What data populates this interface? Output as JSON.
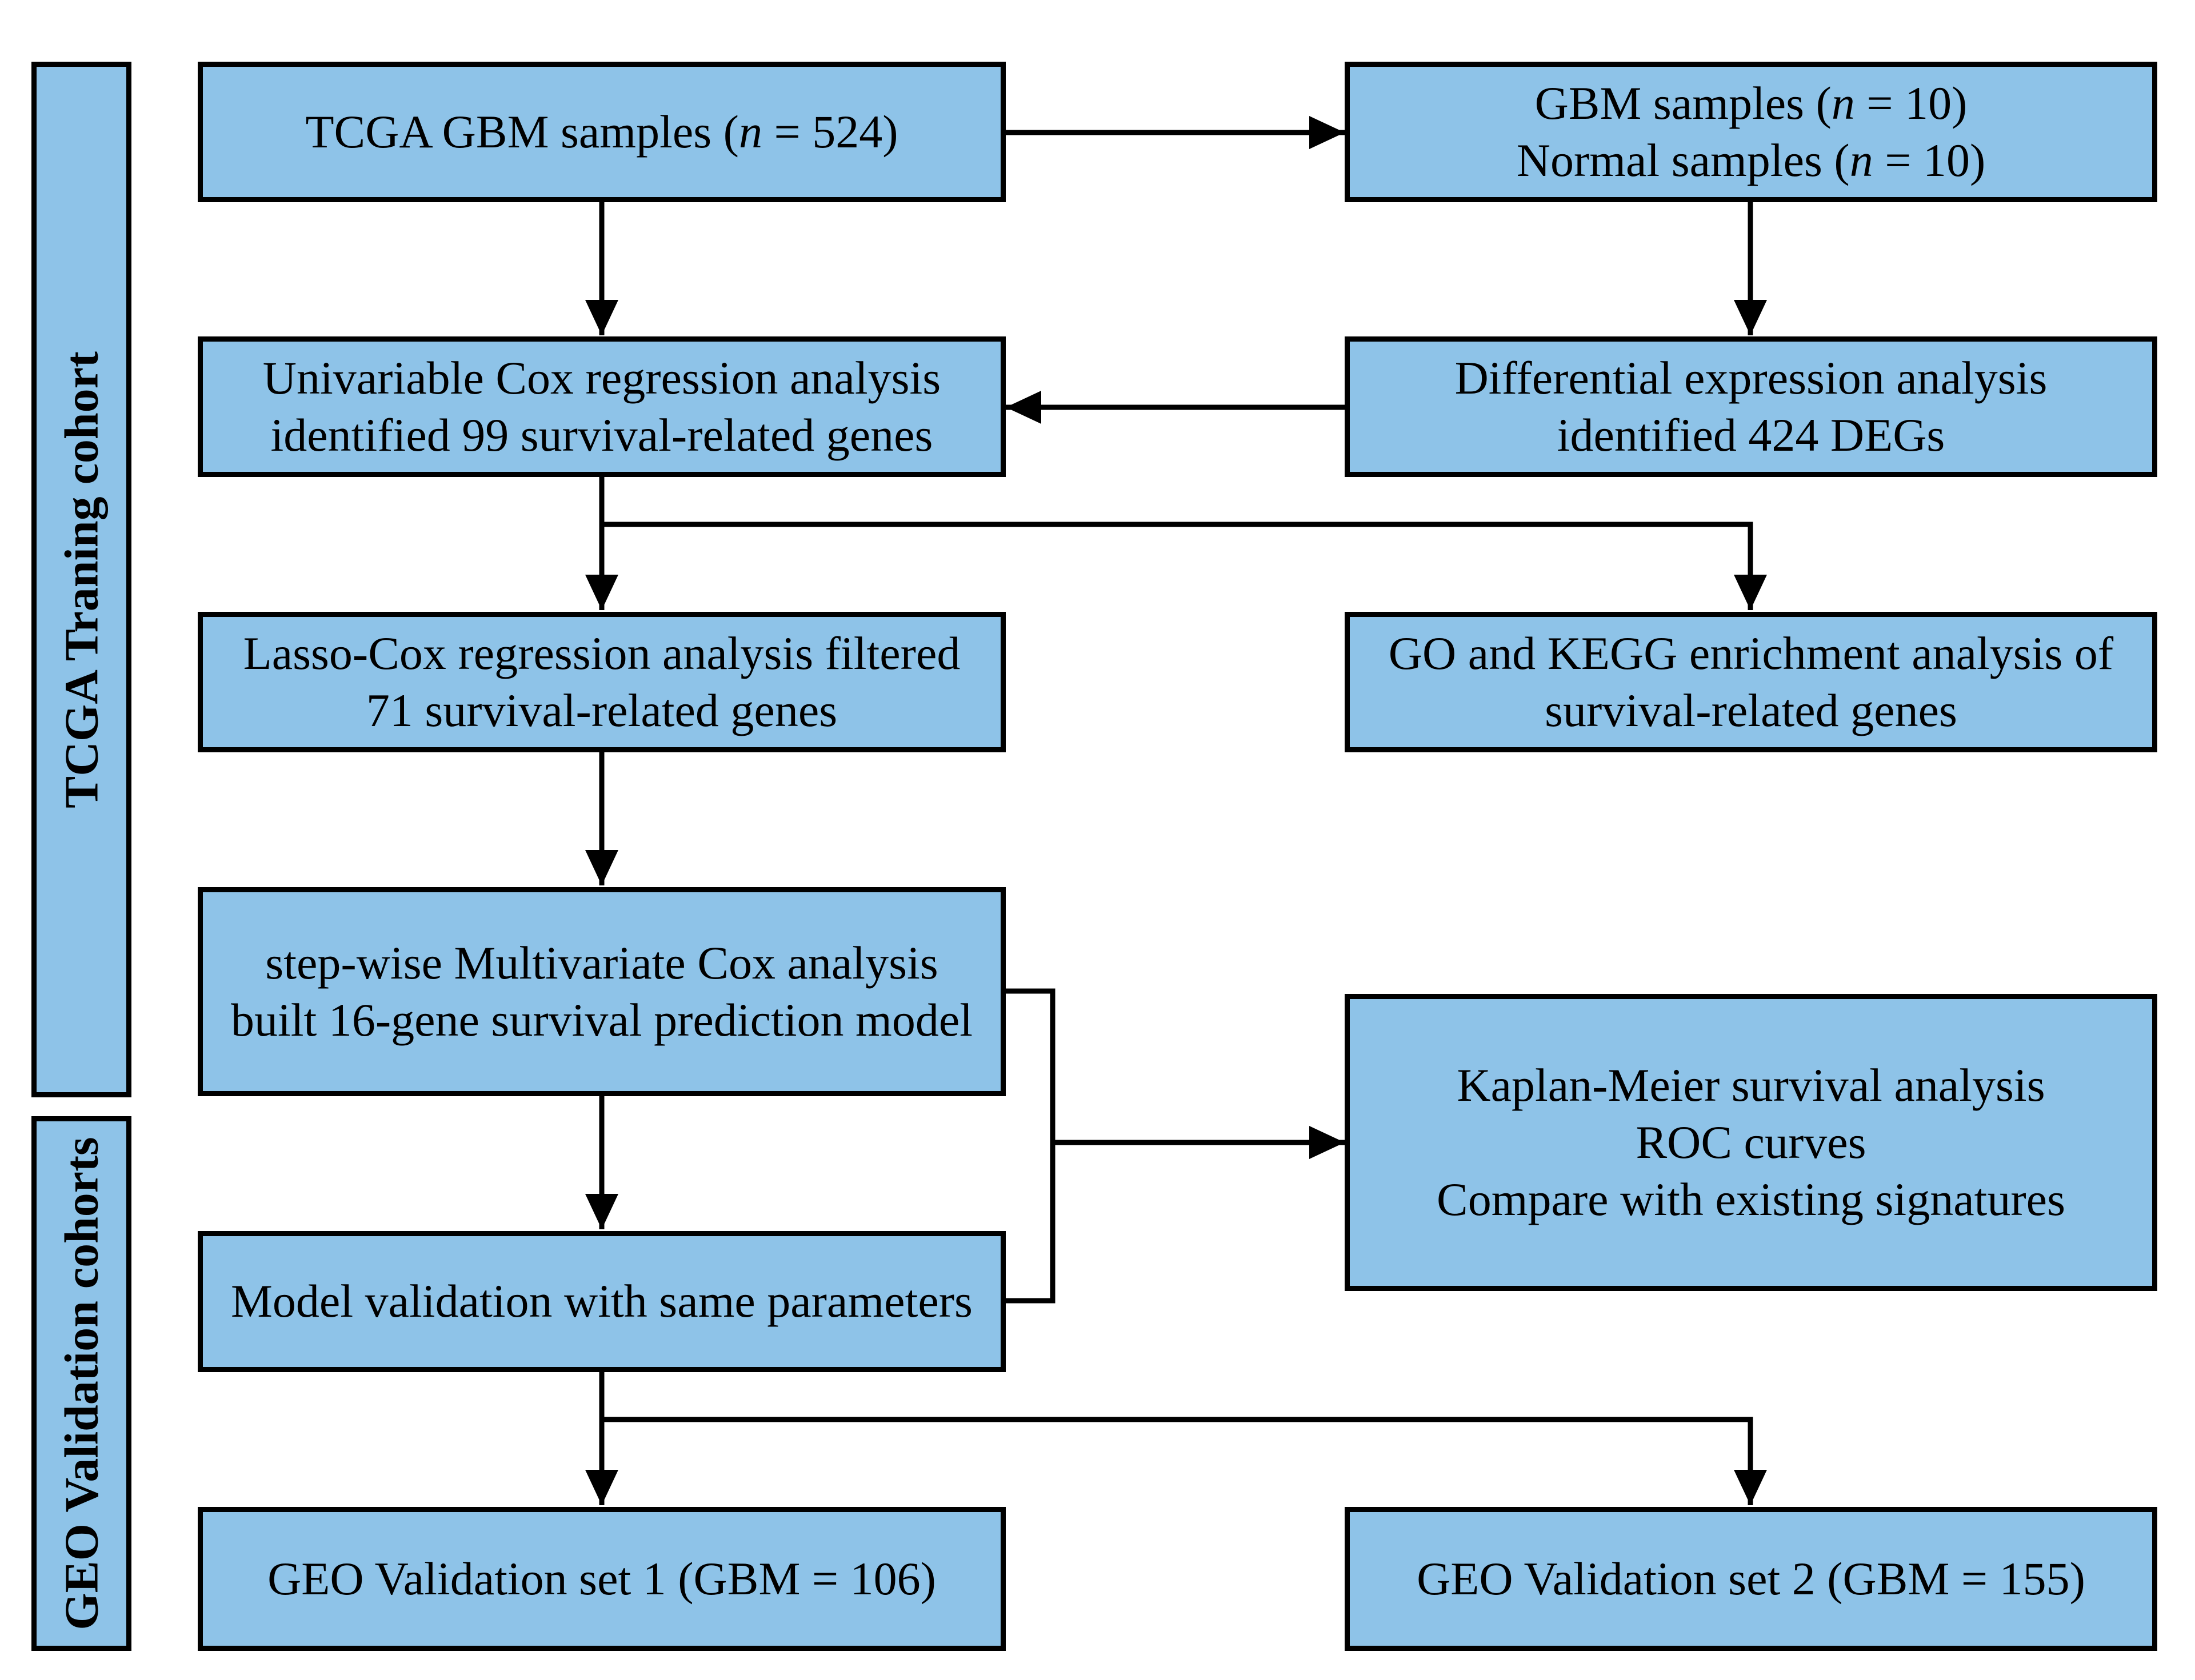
{
  "colors": {
    "box_fill": "#8ec3e8",
    "stroke": "#000000",
    "text": "#000000"
  },
  "side_labels": {
    "training": "TCGA Traning cohort",
    "validation": "GEO Validation cohorts"
  },
  "boxes": {
    "tcga_samples": {
      "pre": "TCGA GBM samples (",
      "n": "n",
      "post": " = 524)"
    },
    "gbm_normal": {
      "line1_pre": "GBM samples (",
      "line1_n": "n",
      "line1_post": " = 10)",
      "line2_pre": "Normal samples (",
      "line2_n": "n",
      "line2_post": " = 10)"
    },
    "univariable": {
      "line1": "Univariable Cox regression analysis",
      "line2": "identified 99 survival-related genes"
    },
    "differential": {
      "line1": "Differential expression analysis",
      "line2": "identified 424 DEGs"
    },
    "lasso": {
      "line1": "Lasso-Cox regression analysis filtered",
      "line2": "71 survival-related genes"
    },
    "go_kegg": {
      "line1": "GO and KEGG enrichment analysis of",
      "line2": "survival-related genes"
    },
    "multivariate": {
      "line1": "step-wise Multivariate Cox analysis",
      "line2": "built 16-gene survival prediction model"
    },
    "kaplan": {
      "line1": "Kaplan-Meier survival analysis",
      "line2": "ROC curves",
      "line3": "Compare with existing signatures"
    },
    "model_validation": {
      "line1": "Model validation with same parameters"
    },
    "geo_set1": {
      "line1": "GEO Validation set 1 (GBM = 106)"
    },
    "geo_set2": {
      "line1": "GEO Validation set 2 (GBM = 155)"
    }
  }
}
